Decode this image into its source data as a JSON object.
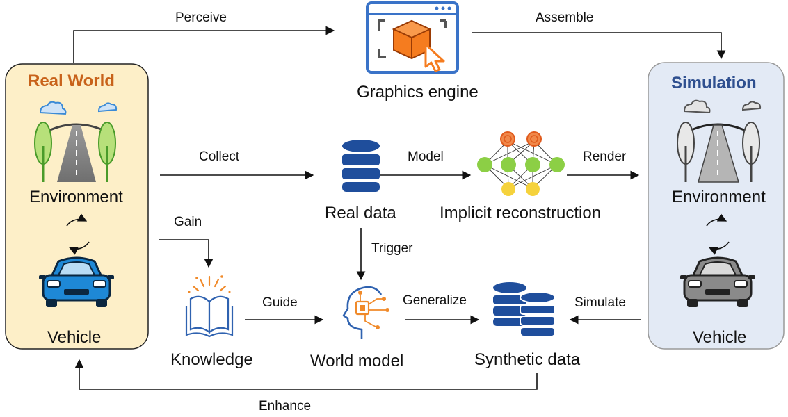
{
  "edges": {
    "perceive": "Perceive",
    "assemble": "Assemble",
    "collect": "Collect",
    "model": "Model",
    "render": "Render",
    "gain": "Gain",
    "trigger": "Trigger",
    "guide": "Guide",
    "generalize": "Generalize",
    "simulate": "Simulate",
    "enhance": "Enhance"
  },
  "nodes": {
    "graphics_engine": "Graphics engine",
    "real_data": "Real data",
    "implicit_reconstruction": "Implicit reconstruction",
    "knowledge": "Knowledge",
    "world_model": "World model",
    "synthetic_data": "Synthetic data"
  },
  "real_world": {
    "title": "Real World",
    "environment": "Environment",
    "vehicle": "Vehicle"
  },
  "simulation": {
    "title": "Simulation",
    "environment": "Environment",
    "vehicle": "Vehicle"
  },
  "colors": {
    "real_world_fill": "#fdefc8",
    "real_world_title": "#c8621a",
    "simulation_fill": "#e3eaf5",
    "simulation_title": "#2e4f8f",
    "database_blue": "#1f4e9c",
    "neural_orange": "#f0884a",
    "neural_green": "#8ccf45",
    "neural_yellow": "#f5d23c",
    "car_blue": "#1e88d6",
    "engine_orange": "#f57c1f"
  }
}
